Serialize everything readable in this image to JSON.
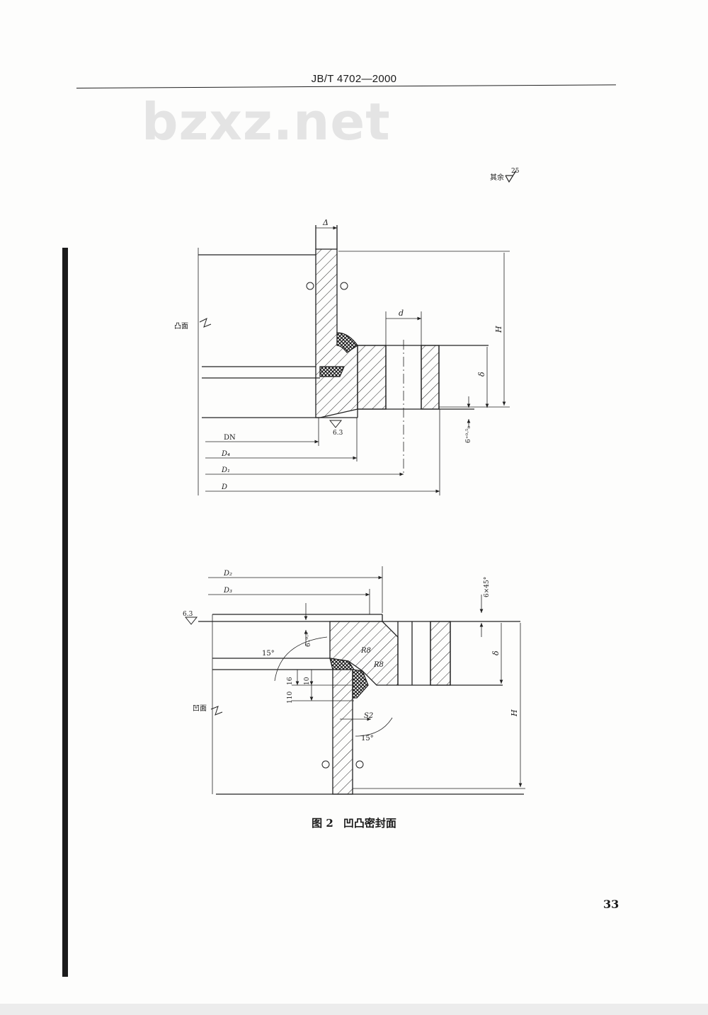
{
  "document": {
    "standard_code": "JB/T 4702—2000",
    "watermark": "bzxz.net",
    "roughness_note": {
      "label": "其余",
      "value": "25"
    },
    "figure_caption": {
      "number": "图 2",
      "title": "凹凸密封面"
    },
    "page_number": "33"
  },
  "figure_top": {
    "face_label": "凸面",
    "dim_delta_small": "Δ",
    "dim_d": "d",
    "dim_H": "H",
    "dim_delta": "δ",
    "roughness": "6.3",
    "tolerance": "6⁺⁰·⁵₀",
    "diameters": [
      "DN",
      "D₄",
      "D₁",
      "D"
    ]
  },
  "figure_bottom": {
    "face_label": "凹面",
    "diameters": [
      "D₂",
      "D₃"
    ],
    "chamfer": "6×45°",
    "roughness": "6.3",
    "tolerance": "6₋⁰·⁵",
    "angle_a": "15°",
    "angle_b": "15°",
    "radius_a": "R8",
    "radius_b": "R8",
    "dim_16": "16",
    "dim_10": "10",
    "dim_110": "110",
    "dim_s2": "S2",
    "dim_delta": "δ",
    "dim_H": "H"
  }
}
